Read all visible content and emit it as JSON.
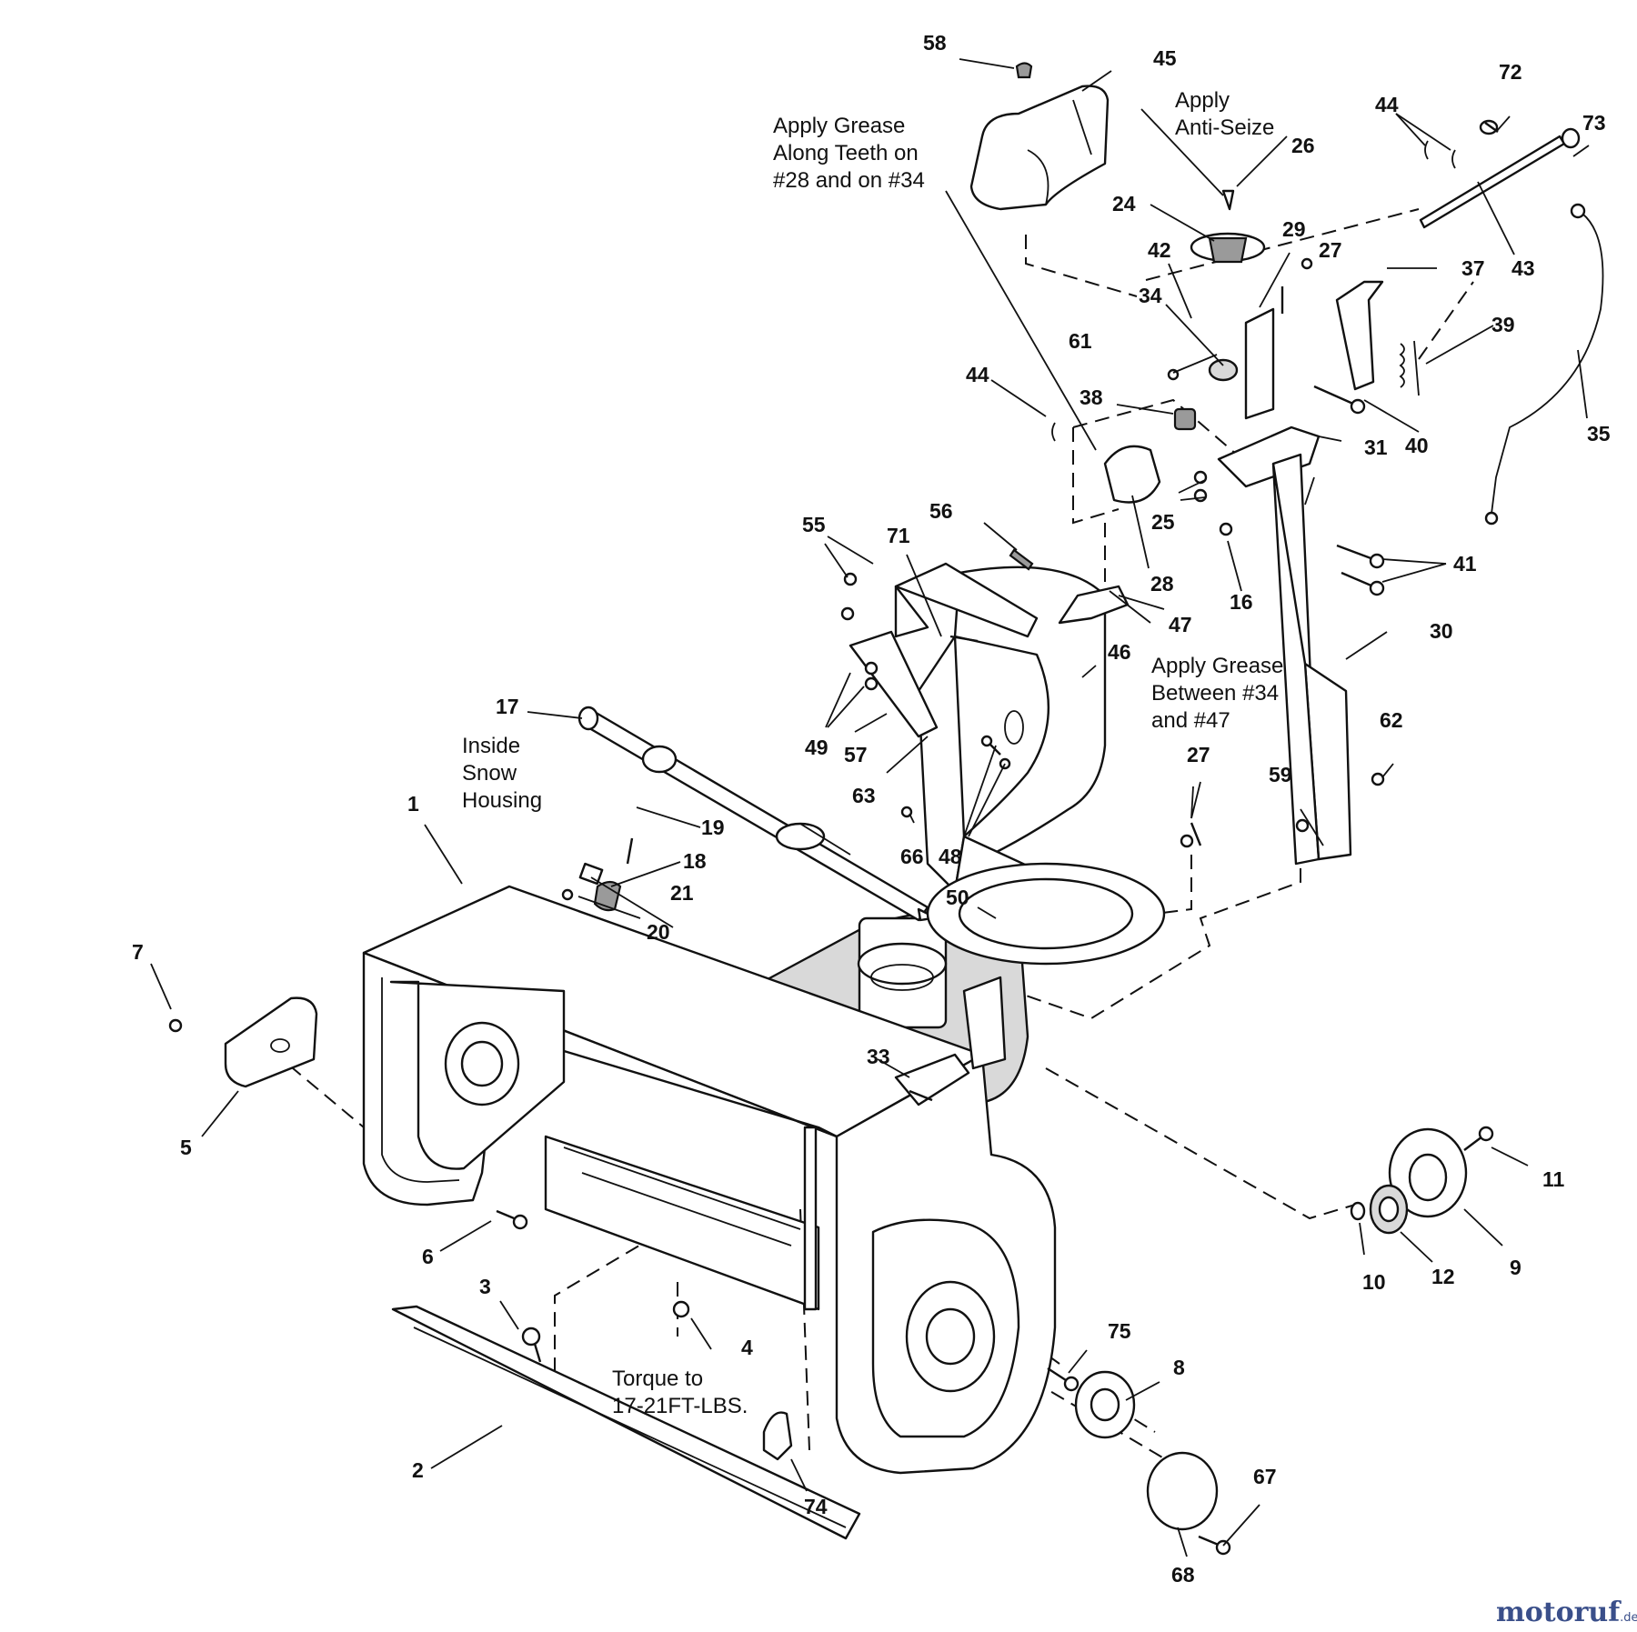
{
  "diagram": {
    "callouts": {
      "c1": "1",
      "c2": "2",
      "c3": "3",
      "c4": "4",
      "c5": "5",
      "c6": "6",
      "c7": "7",
      "c8": "8",
      "c9": "9",
      "c10": "10",
      "c11": "11",
      "c12": "12",
      "c16": "16",
      "c17": "17",
      "c18": "18",
      "c19": "19",
      "c20": "20",
      "c21": "21",
      "c24": "24",
      "c25": "25",
      "c26": "26",
      "c27a": "27",
      "c27b": "27",
      "c28": "28",
      "c29": "29",
      "c30": "30",
      "c31": "31",
      "c33": "33",
      "c34": "34",
      "c35": "35",
      "c37": "37",
      "c38": "38",
      "c39": "39",
      "c40": "40",
      "c41": "41",
      "c42": "42",
      "c43": "43",
      "c44a": "44",
      "c44b": "44",
      "c45": "45",
      "c46": "46",
      "c47": "47",
      "c48": "48",
      "c49": "49",
      "c50": "50",
      "c55": "55",
      "c56": "56",
      "c57": "57",
      "c58": "58",
      "c59": "59",
      "c61": "61",
      "c62": "62",
      "c63": "63",
      "c66": "66",
      "c67": "67",
      "c68": "68",
      "c71": "71",
      "c72": "72",
      "c73": "73",
      "c74": "74",
      "c75": "75"
    },
    "notes": {
      "grease_teeth": [
        "Apply Grease",
        "Along Teeth on",
        "#28 and on #34"
      ],
      "anti_seize": [
        "Apply",
        "Anti-Seize"
      ],
      "grease_between": [
        "Apply Grease",
        "Between #34",
        "and #47"
      ],
      "inside_housing": [
        "Inside",
        "Snow",
        "Housing"
      ],
      "torque": [
        "Torque to",
        "17-21FT-LBS."
      ]
    },
    "watermark": {
      "main": "motoruf",
      "tld": ".de"
    }
  },
  "colors": {
    "line": "#111111",
    "watermark_blue": "#3a4f8a",
    "watermark_orange": "#e58a1f"
  }
}
